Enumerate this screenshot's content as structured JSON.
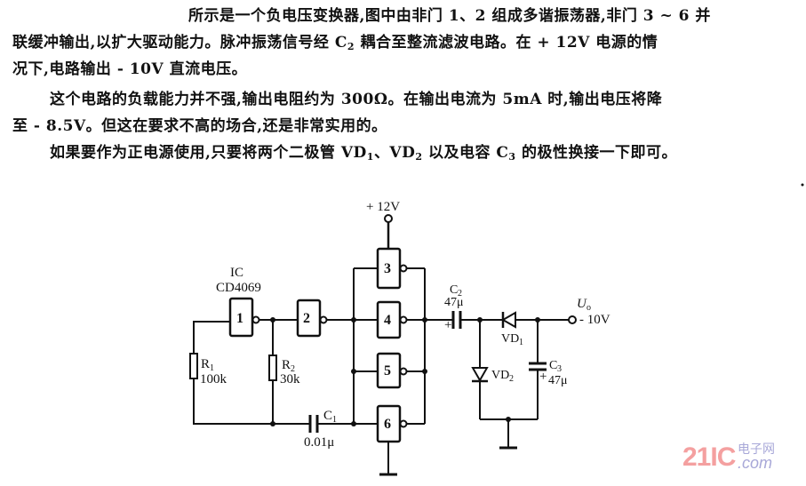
{
  "description": {
    "line1": "所示是一个负电压变换器,图中由非门 1、2 组成多谐振荡器,非门 3 ~ 6 并",
    "line2_a": "联缓冲输出,以扩大驱动能力。脉冲振荡信号经 C",
    "line2_sub": "2",
    "line2_b": " 耦合至整流滤波电路。在 + 12V 电源的情",
    "line3": "况下,电路输出 - 10V 直流电压。",
    "line4": "这个电路的负载能力并不强,输出电阻约为 300Ω。在输出电流为 5mA 时,输出电压将降",
    "line5": "至 - 8.5V。但这在要求不高的场合,还是非常实用的。",
    "line6_a": "如果要作为正电源使用,只要将两个二极管 VD",
    "line6_sub1": "1",
    "line6_b": "、VD",
    "line6_sub2": "2",
    "line6_c": " 以及电容 C",
    "line6_sub3": "3",
    "line6_d": " 的极性换接一下即可。"
  },
  "circuit": {
    "supply_label": "+ 12V",
    "ic_label": "IC",
    "ic_part": "CD4069",
    "gates": [
      "1",
      "2",
      "3",
      "4",
      "5",
      "6"
    ],
    "r1": {
      "name": "R",
      "sub": "1",
      "value": "100k"
    },
    "r2": {
      "name": "R",
      "sub": "2",
      "value": "30k"
    },
    "c1": {
      "name": "C",
      "sub": "1",
      "value": "0.01μ"
    },
    "c2": {
      "name": "C",
      "sub": "2",
      "value": "47μ",
      "polarity": "+"
    },
    "c3": {
      "name": "C",
      "sub": "3",
      "value": "47μ",
      "polarity": "+"
    },
    "vd1": {
      "name": "VD",
      "sub": "1"
    },
    "vd2": {
      "name": "VD",
      "sub": "2"
    },
    "output": {
      "name": "U",
      "sub": "o",
      "value": "- 10V"
    }
  },
  "watermark": {
    "brand": "21IC",
    "cn": "电子网",
    "domain": ".com",
    "brand_color": "#f4a0a0",
    "domain_color": "#a8a8d8"
  }
}
